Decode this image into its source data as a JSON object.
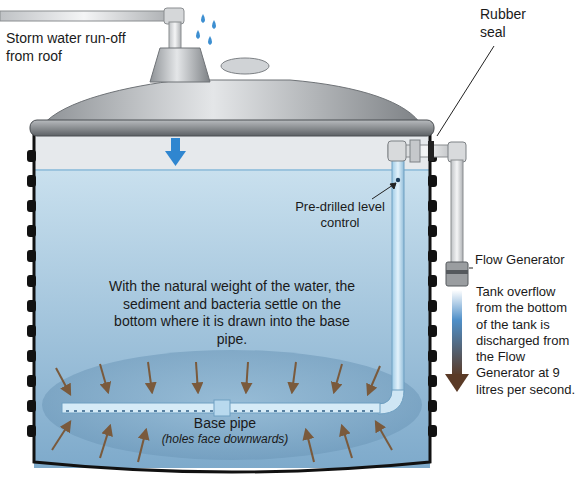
{
  "diagram": {
    "labels": [
      "Storm water run-off from roof",
      "Rubber seal",
      "Pre-drilled level control",
      "Flow Generator",
      "Tank overflow from the bottom of the tank is discharged from the Flow Generator at 9 litres per second.",
      "With the natural weight of the water, the sediment and bacteria settle on the bottom where it is drawn into the base pipe.",
      "Base pipe",
      "(holes face downwards)"
    ]
  }
}
